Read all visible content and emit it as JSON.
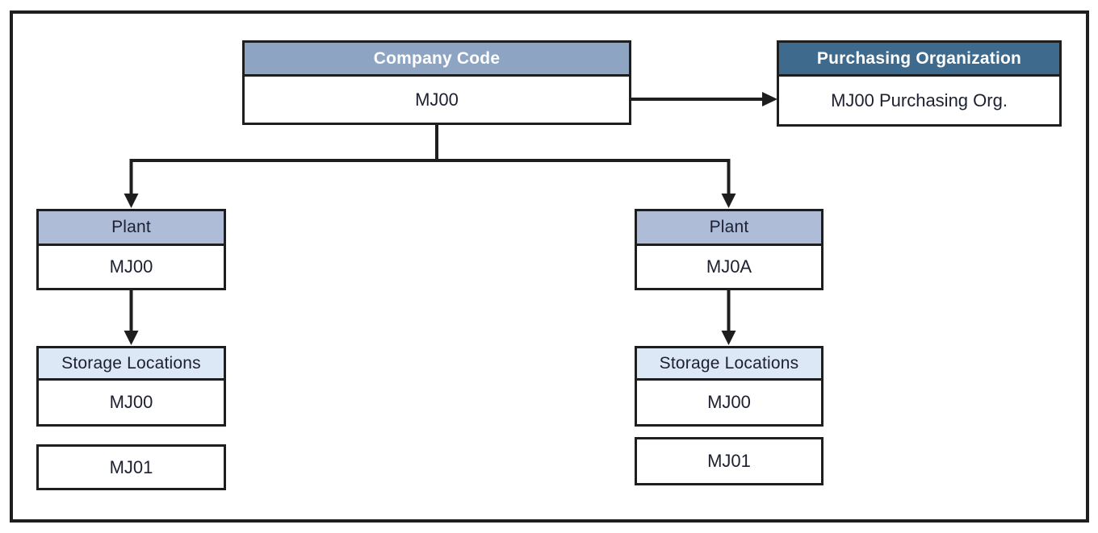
{
  "diagram": {
    "nodes": {
      "company_code": {
        "header": "Company Code",
        "value": "MJ00"
      },
      "purchasing_org": {
        "header": "Purchasing Organization",
        "value": "MJ00 Purchasing Org."
      },
      "plant_left": {
        "header": "Plant",
        "value": "MJ00"
      },
      "plant_right": {
        "header": "Plant",
        "value": "MJ0A"
      },
      "storage_left": {
        "header": "Storage Locations",
        "value": "MJ00",
        "extra_location": "MJ01"
      },
      "storage_right": {
        "header": "Storage Locations",
        "value": "MJ00",
        "extra_location": "MJ01"
      }
    },
    "colors": {
      "company_header_bg": "#8da4c2",
      "purchasing_header_bg": "#3d6a8d",
      "plant_header_bg": "#aebcd7",
      "storage_header_bg": "#dce8f5",
      "header_text_light": "#ffffff",
      "text_dark": "#1d2030",
      "border": "#1e1e1e",
      "background": "#ffffff"
    }
  }
}
